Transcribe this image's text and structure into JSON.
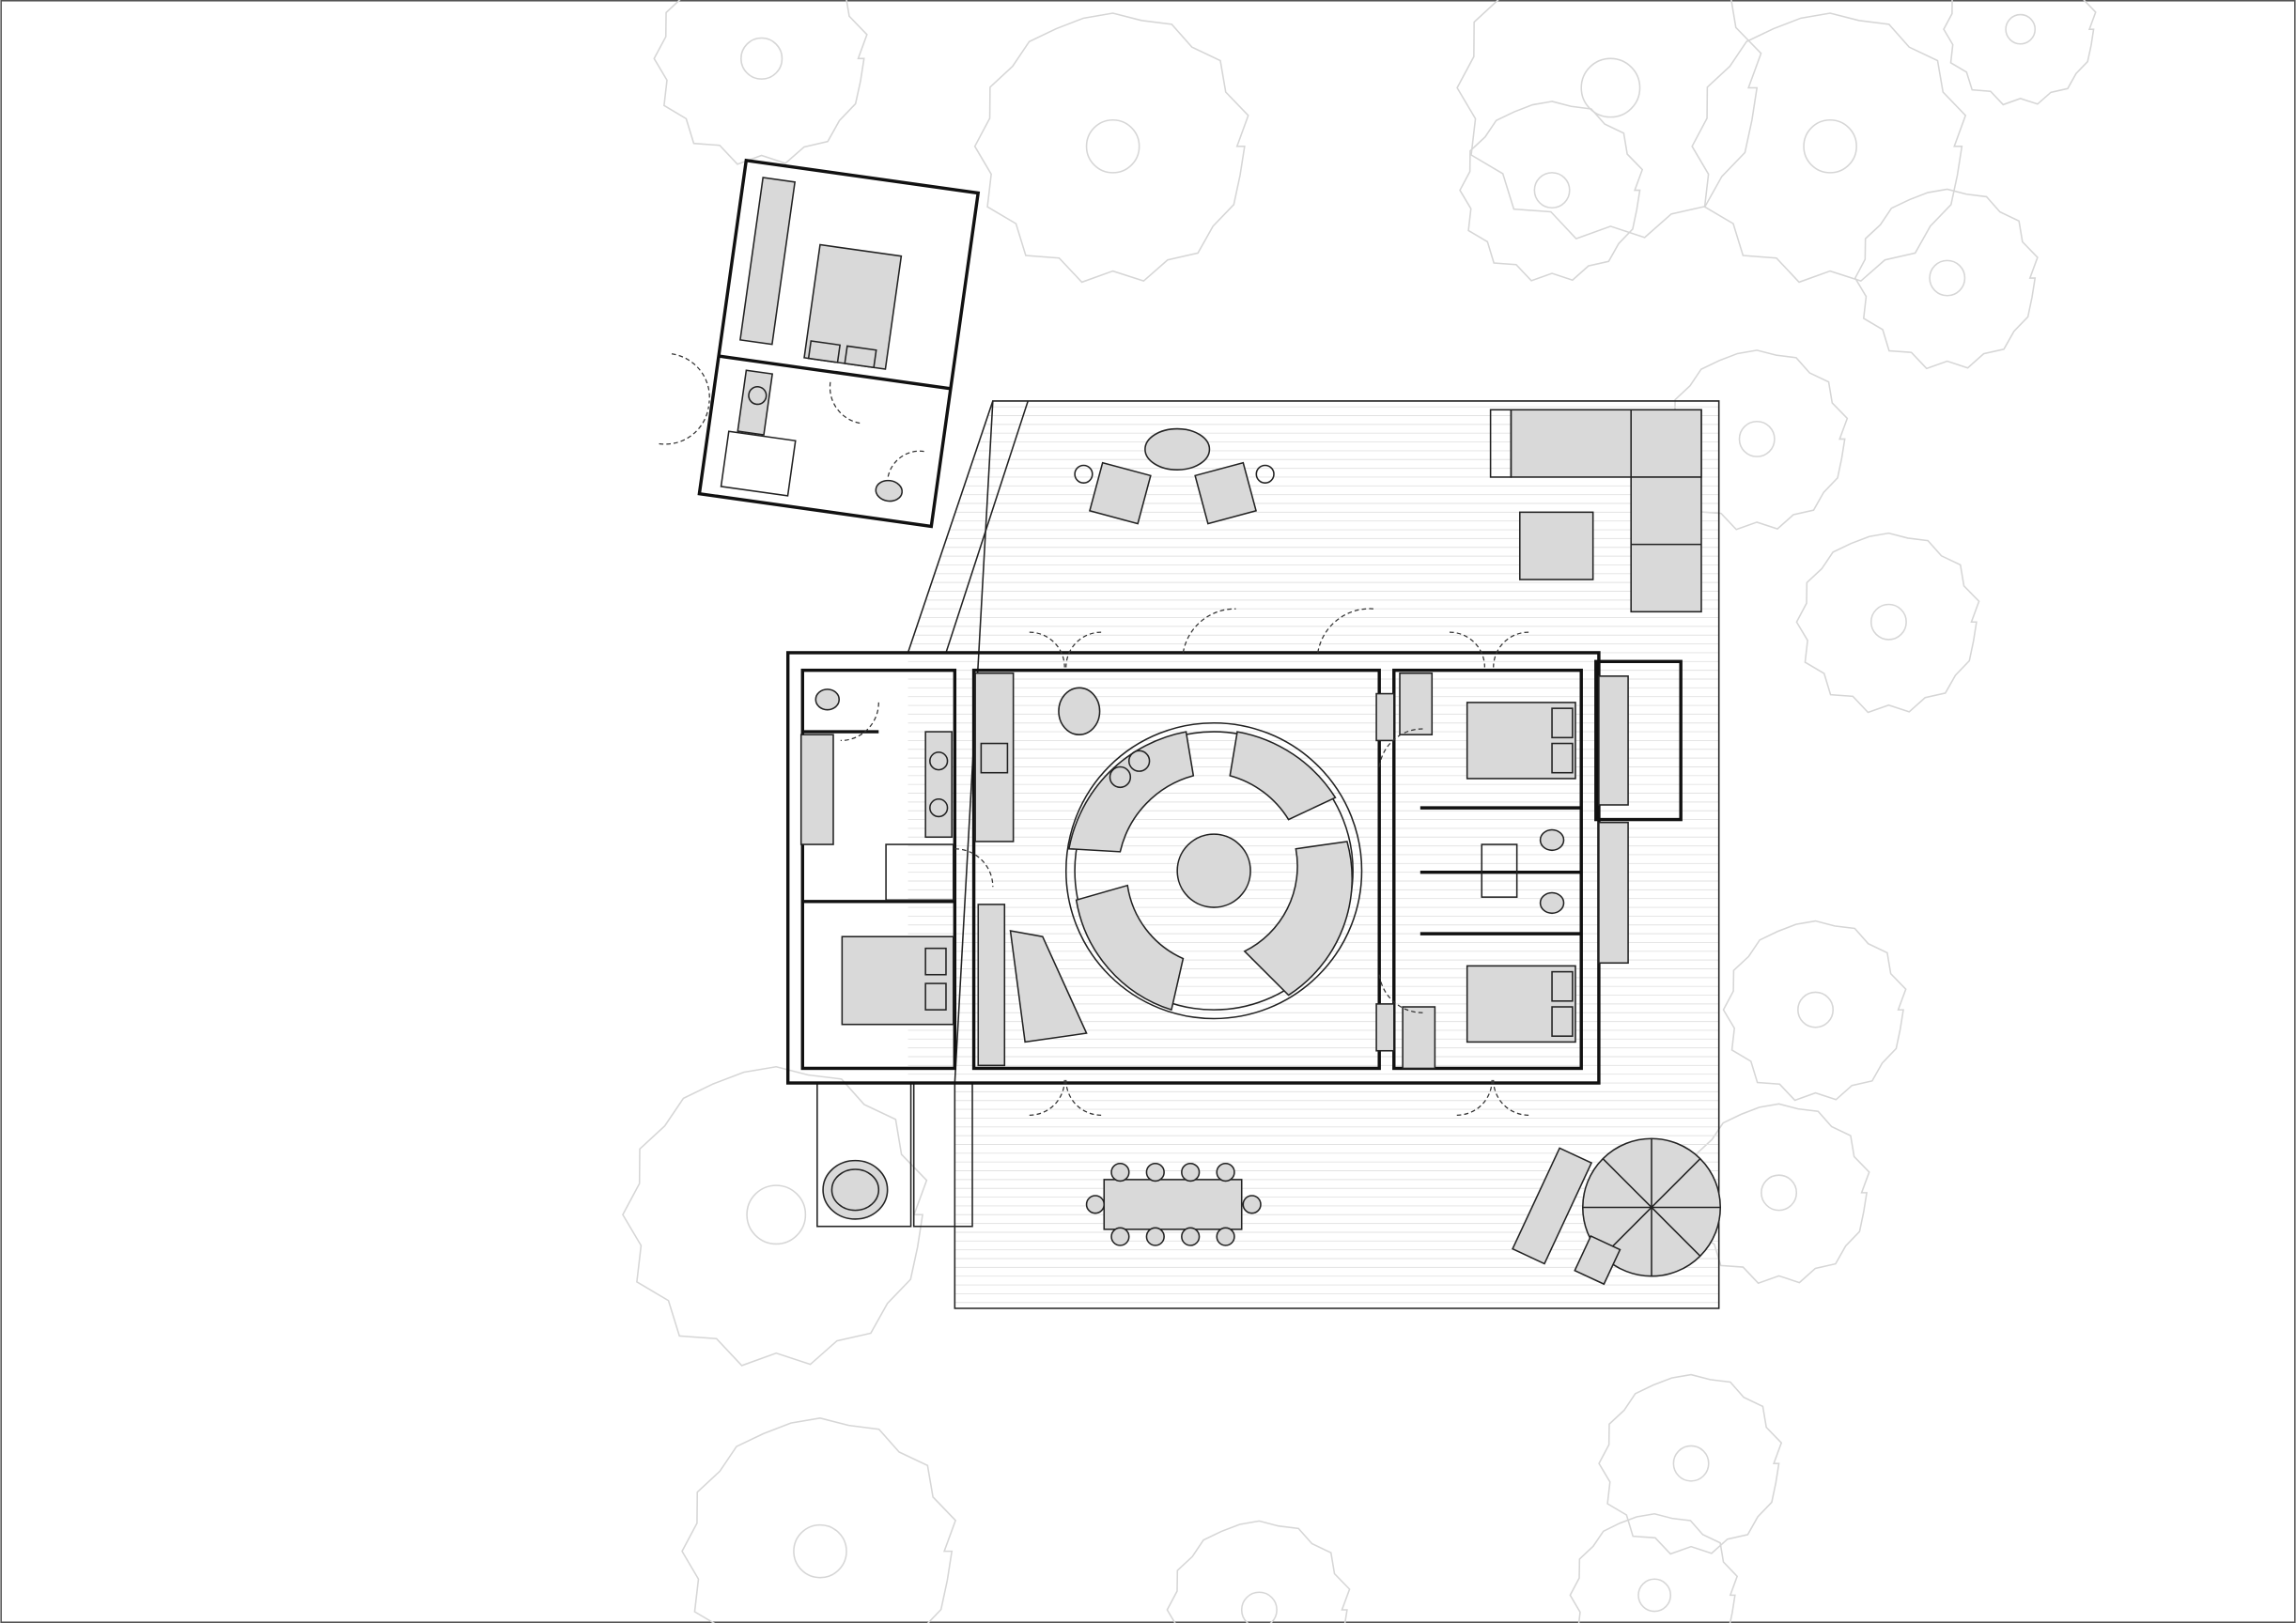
{
  "drawing": {
    "type": "floor-plan",
    "colors": {
      "walls": "#111111",
      "furniture_fill": "#d9d9d9",
      "trees": "#d6d6d6",
      "deck_lines": "#e2e2e2",
      "background": "#ffffff"
    },
    "elements": [
      "guest-house",
      "main-house",
      "deck",
      "circular-lounge",
      "bedrooms",
      "bathrooms",
      "dining-table",
      "outdoor-sofa",
      "umbrella",
      "sun-loungers",
      "hot-tub",
      "trees"
    ]
  }
}
